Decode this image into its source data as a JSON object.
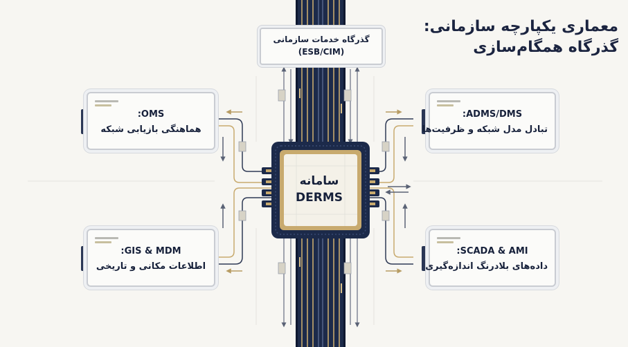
{
  "title": {
    "line1": "معماری یکپارچه سازمانی:",
    "line2": "گذرگاه همگام‌سازی"
  },
  "bus": {
    "line1": "گذرگاه خدمات سازمانی",
    "line2": "(ESB/CIM)"
  },
  "core": {
    "line1": "سامانه",
    "line2": "DERMS"
  },
  "modules": {
    "oms": {
      "line1": "OMS:",
      "line2": "هماهنگی بازیابی شبکه",
      "icon": "sync-icon"
    },
    "adms": {
      "line1": "ADMS/DMS:",
      "line2": "تبادل مدل شبکه و ظرفیت‌ها",
      "icon": "network-icon"
    },
    "gis": {
      "line1": "GIS & MDM:",
      "line2": "اطلاعات مکانی و تاریخی",
      "icon": "map-pin-icon"
    },
    "scada": {
      "line1": "SCADA & AMI:",
      "line2": "داده‌های بلادرنگ اندازه‌گیری",
      "icon": "gauge-icon"
    }
  },
  "colors": {
    "navy": "#1c2a4a",
    "gold": "#c8aa6e",
    "card_border": "#c9ccd2",
    "background": "#f7f6f2"
  }
}
